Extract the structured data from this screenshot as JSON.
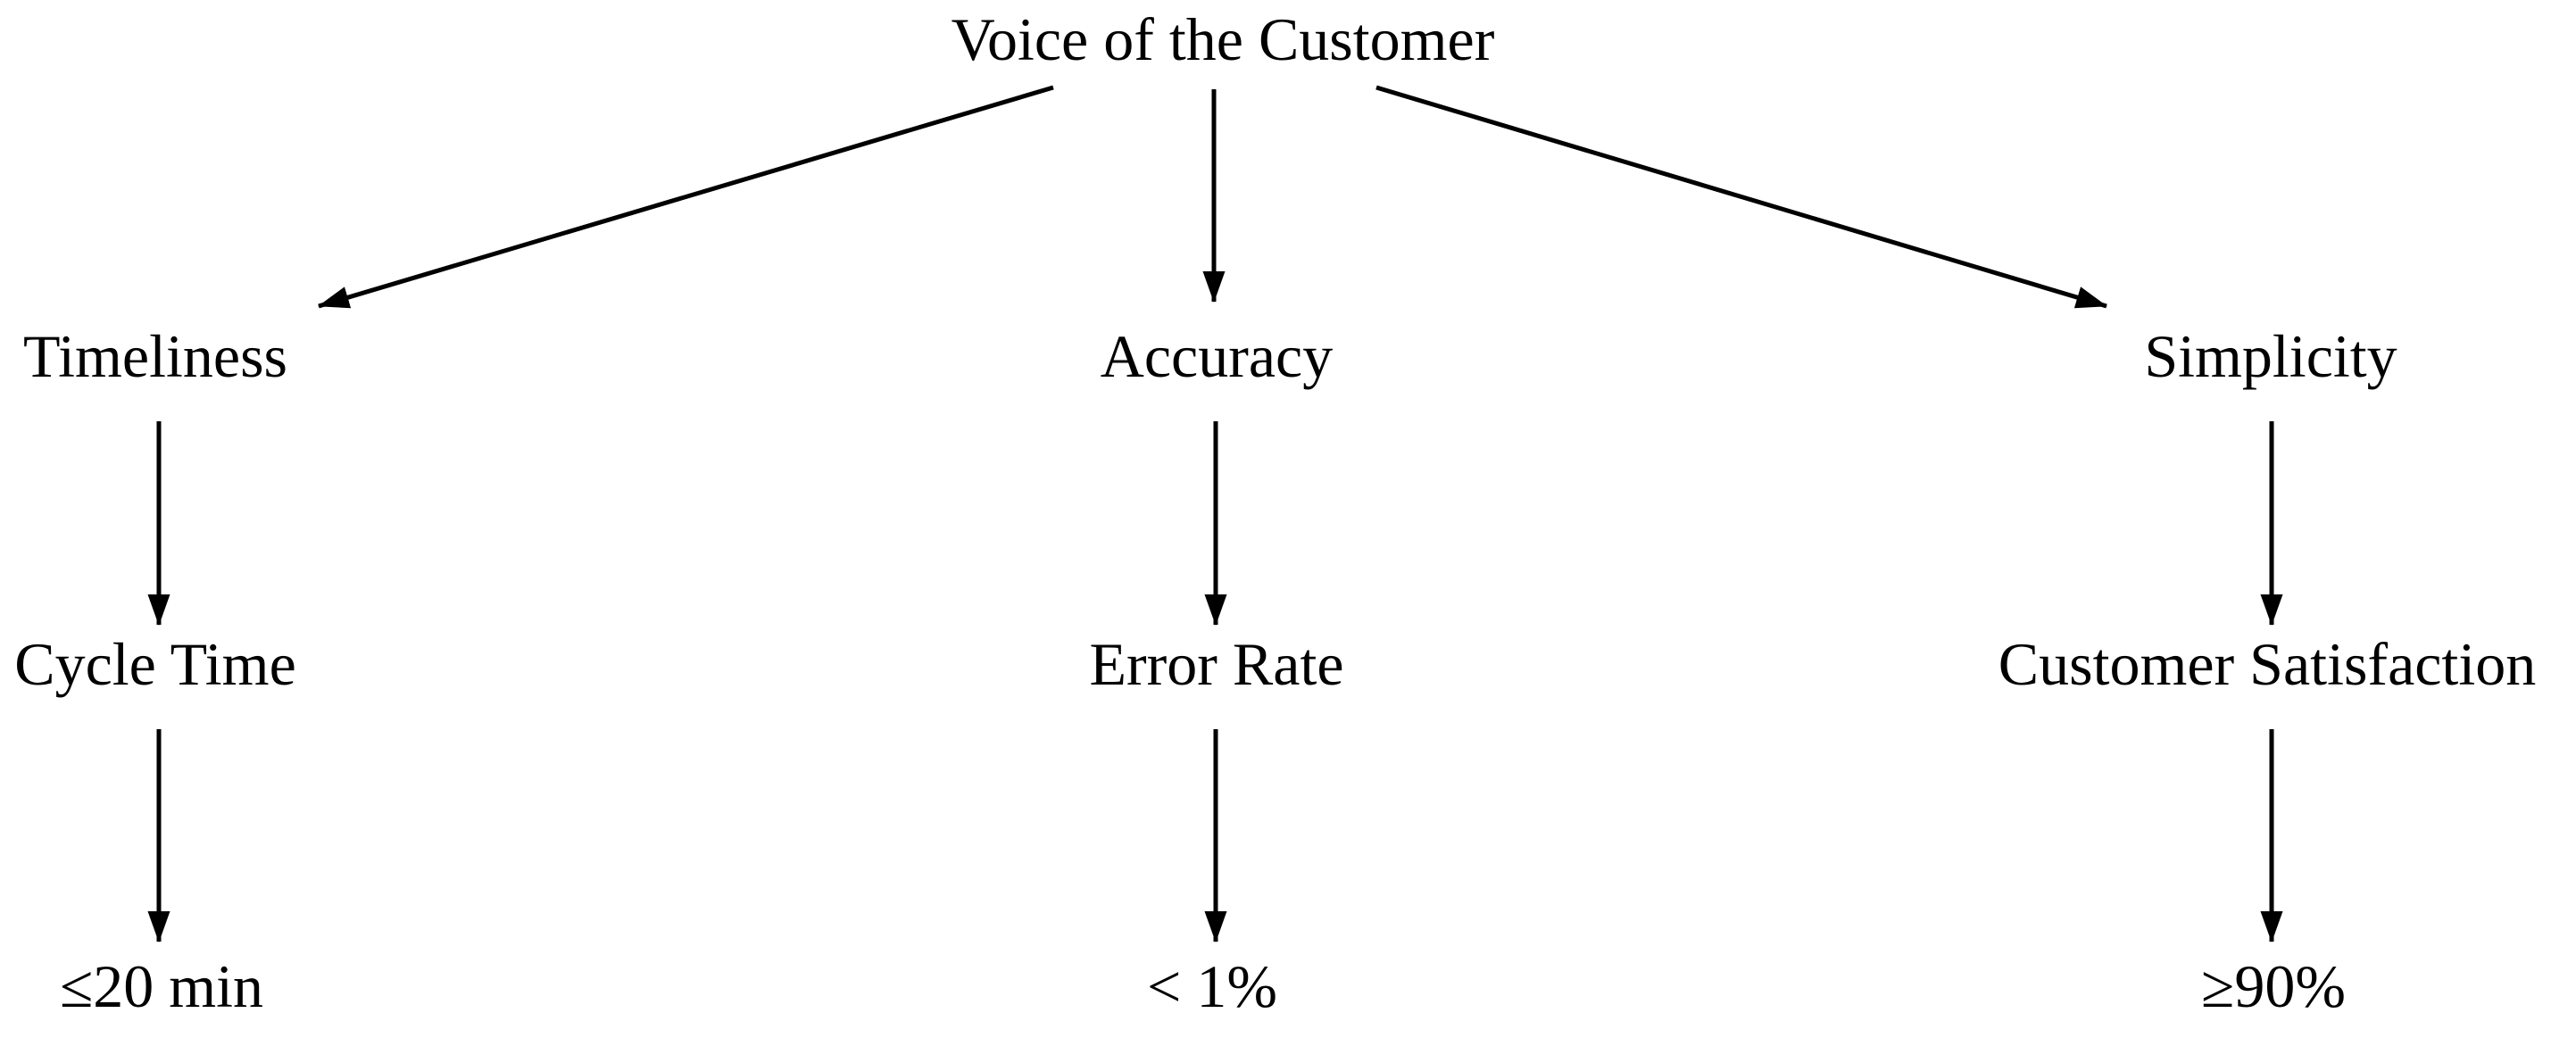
{
  "diagram": {
    "root": {
      "label": "Voice of the Customer"
    },
    "branches": [
      {
        "category": "Timeliness",
        "metric": "Cycle Time",
        "target": "≤20 min"
      },
      {
        "category": "Accuracy",
        "metric": "Error Rate",
        "target": "< 1%"
      },
      {
        "category": "Simplicity",
        "metric": "Customer Satisfaction",
        "target": "≥90%"
      }
    ],
    "colors": {
      "ink": "#000000",
      "background": "#ffffff"
    }
  }
}
